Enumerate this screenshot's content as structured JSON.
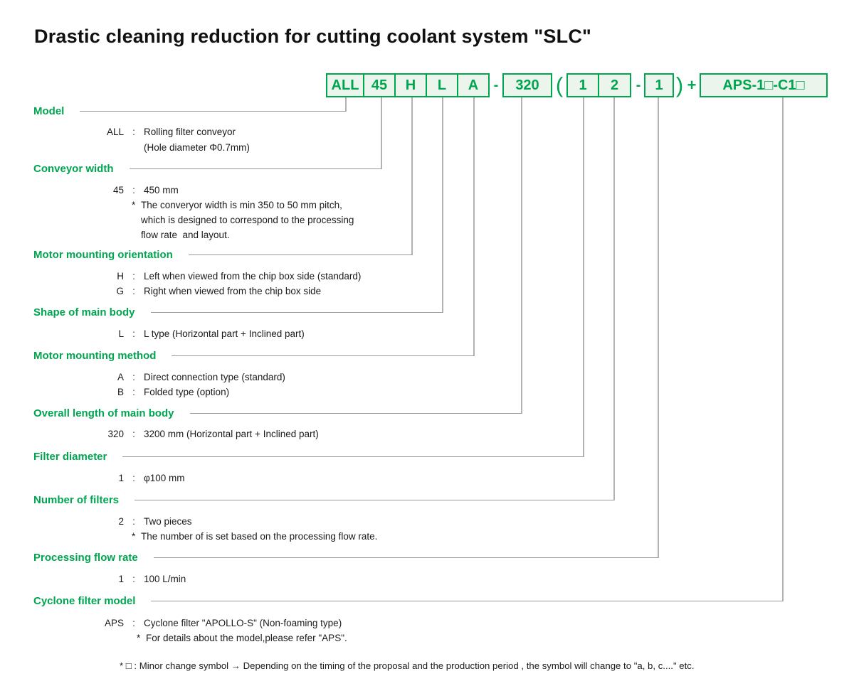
{
  "title": "Drastic cleaning reduction for cutting coolant system \"SLC\"",
  "colors": {
    "accent_green": "#00a550",
    "box_fill": "#ecf5ec",
    "connector_gray": "#999999"
  },
  "punct": {
    "colon": ":",
    "star": "*"
  },
  "code": {
    "group1": [
      "ALL",
      "45",
      "H",
      "L",
      "A"
    ],
    "sep1": "-",
    "length_box": "320",
    "open_paren": "(",
    "group2": [
      "1",
      "2"
    ],
    "sep2": "-",
    "flow_box": "1",
    "close_paren": ")",
    "plus": "+",
    "cyclone_box": "APS-1□-C1□"
  },
  "sections": [
    {
      "heading": "Model",
      "rows": [
        {
          "type": "entry",
          "code": "ALL",
          "desc": "Rolling filter conveyor"
        },
        {
          "type": "cont",
          "text": "(Hole diameter Φ0.7mm)"
        }
      ]
    },
    {
      "heading": "Conveyor width",
      "rows": [
        {
          "type": "entry",
          "code": "45",
          "desc": "450 mm"
        },
        {
          "type": "note",
          "text": "The converyor width is min 350 to 50 mm pitch,"
        },
        {
          "type": "cont",
          "text": "which is designed to correspond to the processing"
        },
        {
          "type": "cont",
          "text": "flow rate  and layout."
        }
      ]
    },
    {
      "heading": "Motor mounting orientation",
      "rows": [
        {
          "type": "entry",
          "code": "H",
          "desc": "Left when viewed from the chip box side (standard)"
        },
        {
          "type": "entry",
          "code": "G",
          "desc": "Right when viewed from the chip box side"
        }
      ]
    },
    {
      "heading": "Shape of main body",
      "rows": [
        {
          "type": "entry",
          "code": "L",
          "desc": "L type (Horizontal part + Inclined part)"
        }
      ]
    },
    {
      "heading": "Motor mounting method",
      "rows": [
        {
          "type": "entry",
          "code": "A",
          "desc": "Direct connection type (standard)"
        },
        {
          "type": "entry",
          "code": "B",
          "desc": "Folded type (option)"
        }
      ]
    },
    {
      "heading": "Overall length of main body",
      "rows": [
        {
          "type": "entry",
          "code": "320",
          "desc": "3200 mm (Horizontal part + Inclined part)"
        }
      ]
    },
    {
      "heading": "Filter diameter",
      "rows": [
        {
          "type": "entry",
          "code": "1",
          "desc": "φ100 mm"
        }
      ]
    },
    {
      "heading": "Number of filters",
      "rows": [
        {
          "type": "entry",
          "code": "2",
          "desc": "Two pieces"
        },
        {
          "type": "note",
          "text": "The number of is set based on the processing flow rate."
        }
      ]
    },
    {
      "heading": "Processing flow rate",
      "rows": [
        {
          "type": "entry",
          "code": "1",
          "desc": "100 L/min"
        }
      ]
    },
    {
      "heading": "Cyclone filter model",
      "rows": [
        {
          "type": "entry",
          "code": "APS",
          "desc": "Cyclone filter \"APOLLO-S\" (Non-foaming type)"
        },
        {
          "type": "note",
          "text": "For details about the model,please refer \"APS\"."
        }
      ]
    }
  ],
  "footnote": "* □ : Minor change symbol → Depending on the timing of the proposal and the production period , the symbol will change to \"a, b, c....\" etc."
}
